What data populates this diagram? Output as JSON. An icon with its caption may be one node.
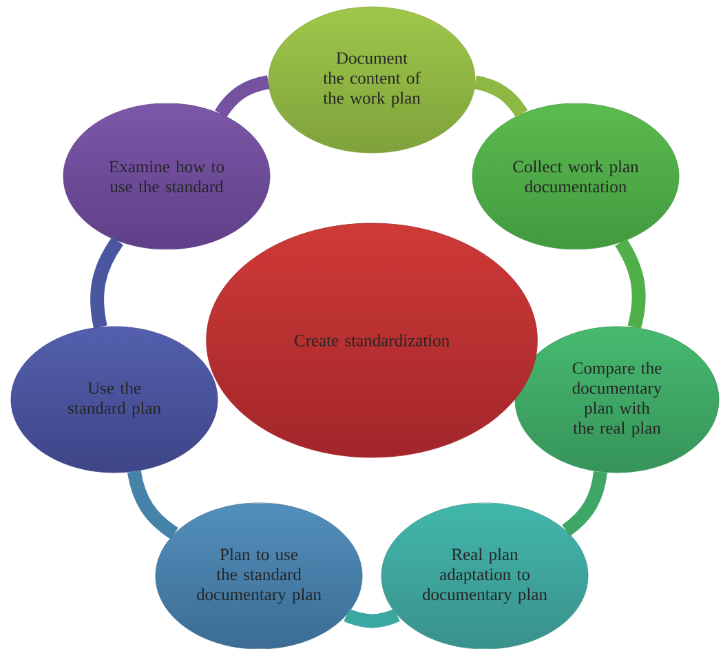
{
  "diagram": {
    "nodes": [
      {
        "text": [
          "Document the content of the work plan"
        ]
      },
      {
        "text": [
          "Collect work plan documentation"
        ]
      },
      {
        "text": [
          "Compare the documentary plan with the real plan"
        ]
      },
      {
        "text": [
          "Real plan adaptation to documentary plan"
        ]
      },
      {
        "text": [
          "Plan to use the standard documentary plan"
        ]
      },
      {
        "text": [
          "Use the standard plan"
        ]
      },
      {
        "text": [
          "Examine how to use the standard"
        ]
      },
      {
        "text": [
          "Create standardization"
        ]
      }
    ],
    "edges": [
      {
        "from": 0,
        "to": 1,
        "arrow": "none",
        "color": "#8db843"
      },
      {
        "from": 1,
        "to": 2,
        "arrow": "none",
        "color": "#4fb04a"
      },
      {
        "from": 2,
        "to": 3,
        "arrow": "none",
        "color": "#3fa766"
      },
      {
        "from": 3,
        "to": 4,
        "arrow": "none",
        "color": "#3aa7a0"
      },
      {
        "from": 4,
        "to": 5,
        "arrow": "none",
        "color": "#4584a8"
      },
      {
        "from": 5,
        "to": 6,
        "arrow": "none",
        "color": "#4a56a0"
      },
      {
        "from": 6,
        "to": 0,
        "arrow": "none",
        "color": "#7552a0"
      }
    ]
  }
}
